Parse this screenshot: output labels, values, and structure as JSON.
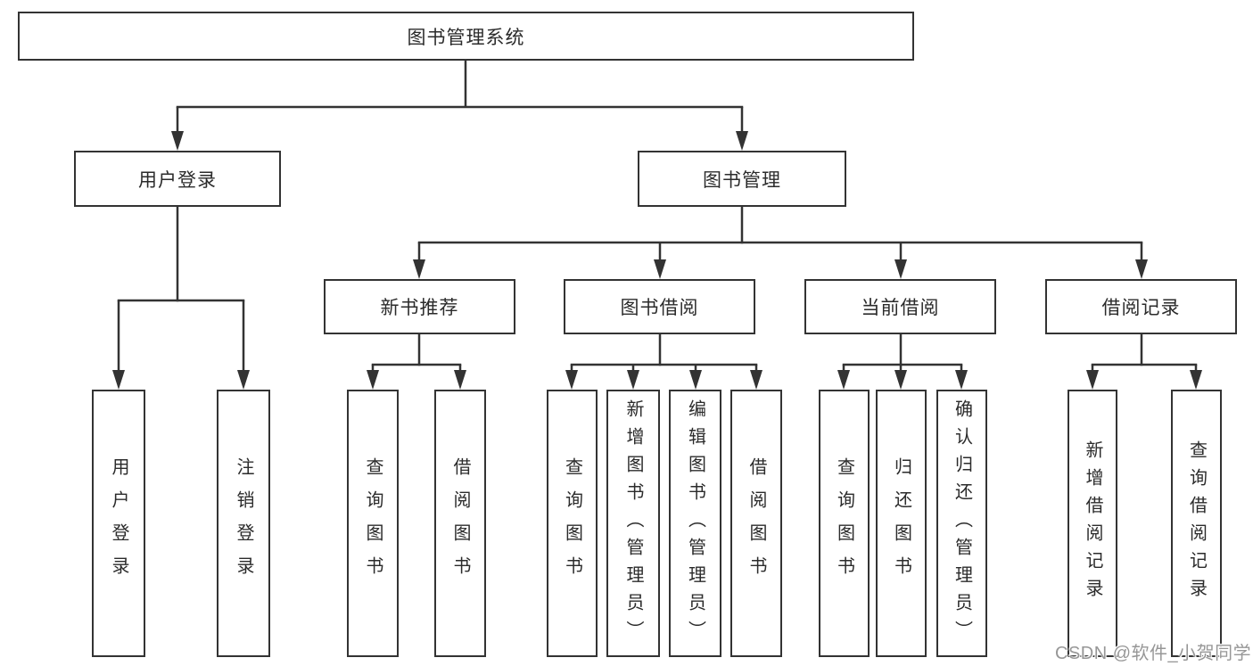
{
  "diagram": {
    "root": {
      "label": "图书管理系统",
      "children": [
        {
          "label": "用户登录",
          "children": [
            {
              "label": "用户登录"
            },
            {
              "label": "注销登录"
            }
          ]
        },
        {
          "label": "图书管理",
          "children": [
            {
              "label": "新书推荐",
              "children": [
                {
                  "label": "查询图书"
                },
                {
                  "label": "借阅图书"
                }
              ]
            },
            {
              "label": "图书借阅",
              "children": [
                {
                  "label": "查询图书"
                },
                {
                  "label": "新增图书（管理员）"
                },
                {
                  "label": "编辑图书（管理员）"
                },
                {
                  "label": "借阅图书"
                }
              ]
            },
            {
              "label": "当前借阅",
              "children": [
                {
                  "label": "查询图书"
                },
                {
                  "label": "归还图书"
                },
                {
                  "label": "确认归还（管理员）"
                }
              ]
            },
            {
              "label": "借阅记录",
              "children": [
                {
                  "label": "新增借阅记录"
                },
                {
                  "label": "查询借阅记录"
                }
              ]
            }
          ]
        }
      ]
    },
    "watermark": "CSDN @软件_小贺同学",
    "colors": {
      "line": "#333333",
      "text": "#2b2b2b",
      "box_background": "#ffffff",
      "watermark": "#979797",
      "background": "#ffffff"
    }
  }
}
